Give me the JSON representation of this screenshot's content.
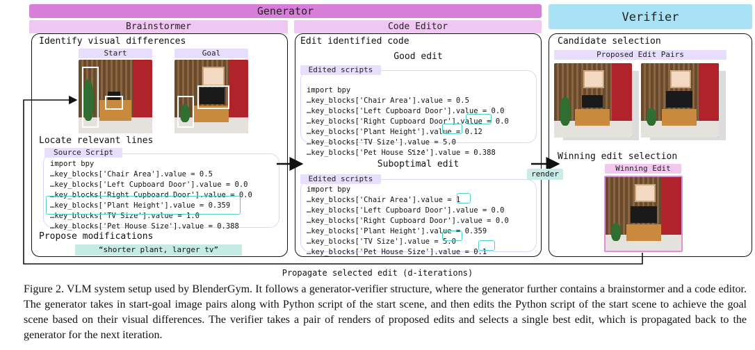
{
  "banners": {
    "generator": "Generator",
    "verifier": "Verifier",
    "brainstormer": "Brainstormer",
    "code_editor": "Code Editor"
  },
  "brainstormer": {
    "identify_heading": "Identify visual differences",
    "start_label": "Start",
    "goal_label": "Goal",
    "locate_heading": "Locate relevant lines",
    "source_script_label": "Source Script",
    "source_lines": [
      "import bpy",
      "…key_blocks['Chair Area'].value = 0.5",
      "…key_blocks['Left Cupboard Door'].value = 0.0",
      "…key_blocks['Right Cupboard Door'].value = 0.0",
      "…key_blocks['Plant Height'].value = 0.359",
      "…key_blocks['TV Size'].value = 1.0",
      "…key_blocks['Pet House Size'].value = 0.388"
    ],
    "propose_heading": "Propose modifications",
    "modification_text": "“shorter plant, larger tv”"
  },
  "code_editor": {
    "edit_heading": "Edit identified code",
    "good_edit_label": "Good edit",
    "edited_scripts_label": "Edited scripts",
    "good_lines": [
      "import bpy",
      "…key_blocks['Chair Area'].value = 0.5",
      "…key_blocks['Left Cupboard Door'].value = 0.0",
      "…key_blocks['Right Cupboard Door'].value = 0.0",
      "…key_blocks['Plant Height'].value = 0.12",
      "…key_blocks['TV Size'].value = 5.0",
      "…key_blocks['Pet House Size'].value = 0.388"
    ],
    "ellipsis": "...",
    "suboptimal_edit_label": "Suboptimal edit",
    "suboptimal_lines": [
      "import bpy",
      "…key_blocks['Chair Area'].value = 1",
      "…key_blocks['Left Cupboard Door'].value = 0.0",
      "…key_blocks['Right Cupboard Door'].value = 0.0",
      "…key_blocks['Plant Height'].value = 0.359",
      "…key_blocks['TV Size'].value = 5.0",
      "…key_blocks['Pet House Size'].value = 0.1"
    ]
  },
  "verifier": {
    "candidate_heading": "Candidate selection",
    "proposed_pairs_label": "Proposed Edit Pairs",
    "winning_heading": "Winning edit selection",
    "winning_edit_label": "Winning Edit"
  },
  "render_label": "render",
  "propagate_label": "Propagate selected edit (d-iterations)",
  "caption": "Figure 2.  VLM system setup used by BlenderGym.  It follows a generator-verifier structure, where the generator further contains a brainstormer and a code editor. The generator takes in start-goal image pairs along with Python script of the start scene, and then edits the Python script of the start scene to achieve the goal scene based on their visual differences. The verifier takes a pair of renders of proposed edits and selects a single best edit, which is propagated back to the generator for the next iteration."
}
